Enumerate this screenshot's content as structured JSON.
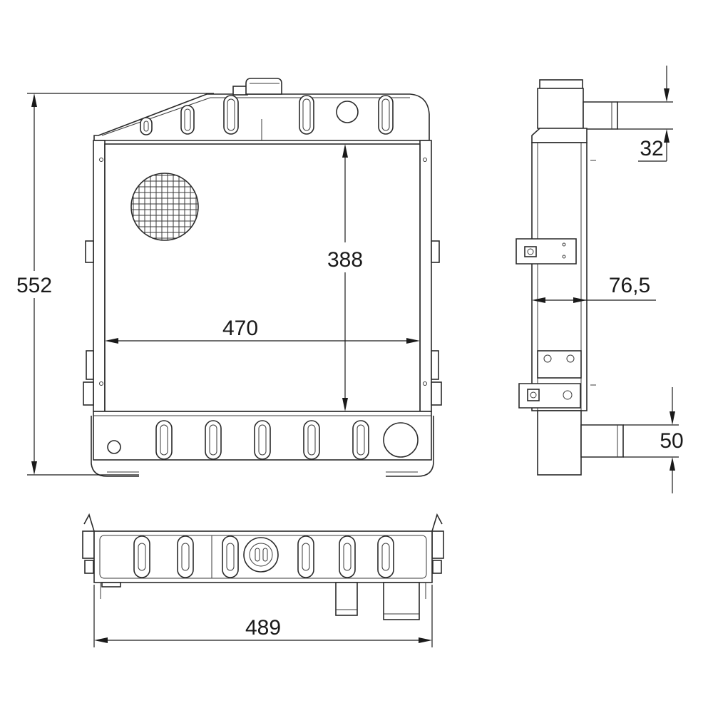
{
  "dimensions": {
    "overall_height": "552",
    "core_height": "388",
    "core_width": "470",
    "overall_width": "489",
    "depth": "76,5",
    "inlet_diameter": "32",
    "outlet_diameter": "50"
  },
  "colors": {
    "line": "#2a2a2a",
    "background": "#ffffff"
  }
}
